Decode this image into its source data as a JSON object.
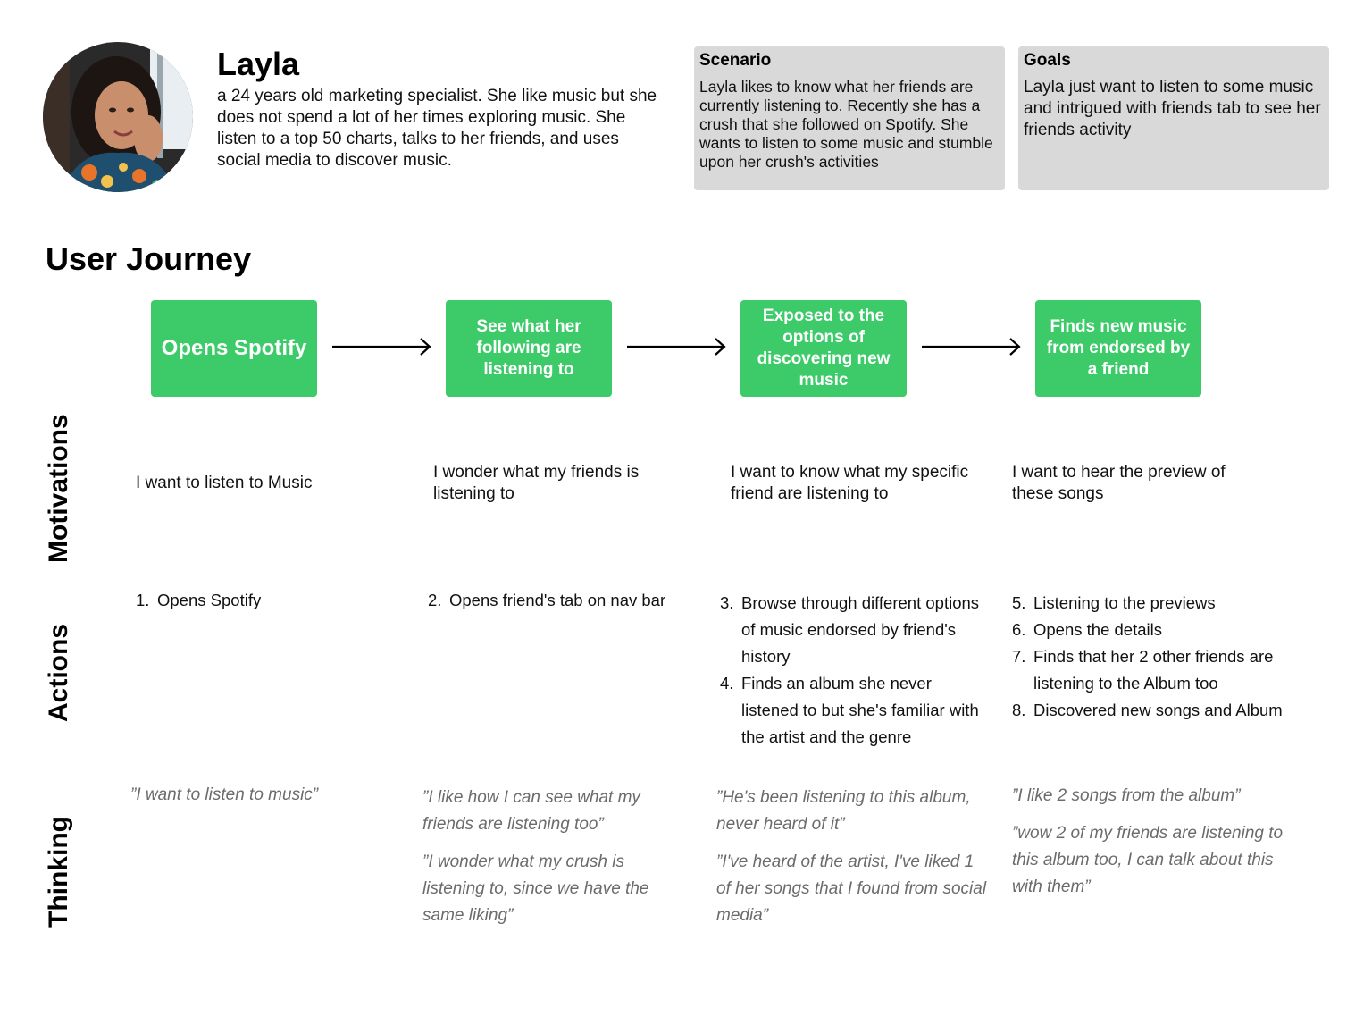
{
  "persona": {
    "name": "Layla",
    "description": "a 24 years old marketing specialist. She like music but she does not spend a lot of her times exploring music. She listen to a top 50 charts, talks to her friends, and uses social media to discover music."
  },
  "scenario": {
    "title": "Scenario",
    "body": "Layla likes to know what her friends are currently listening to. Recently she has a crush that she followed on Spotify. She wants to listen to some music and stumble upon her crush's activities"
  },
  "goals": {
    "title": "Goals",
    "body": "Layla just want to listen to some music and intrigued with friends tab to see her friends activity"
  },
  "journey": {
    "title": "User Journey",
    "row_labels": {
      "motivations": "Motivations",
      "actions": "Actions",
      "thinking": "Thinking"
    },
    "steps": [
      {
        "label": "Opens Spotify"
      },
      {
        "label": "See what her following are listening to"
      },
      {
        "label": "Exposed to the options of discovering new music"
      },
      {
        "label": "Finds new music from endorsed by a friend"
      }
    ],
    "motivations": [
      "I want to listen to Music",
      "I wonder what my friends is listening to",
      "I want to know what my specific friend are listening to",
      "I want to hear the preview of these songs"
    ],
    "actions": [
      [
        {
          "num": "1.",
          "text": "Opens Spotify"
        }
      ],
      [
        {
          "num": "2.",
          "text": "Opens friend's tab on nav bar"
        }
      ],
      [
        {
          "num": "3.",
          "text": "Browse through different options of music endorsed by friend's history"
        },
        {
          "num": "4.",
          "text": "Finds an album she never listened to but she's familiar with the artist and the genre"
        }
      ],
      [
        {
          "num": "5.",
          "text": "Listening to the previews"
        },
        {
          "num": "6.",
          "text": "Opens the details"
        },
        {
          "num": "7.",
          "text": "Finds that her 2 other friends are listening to the Album too"
        },
        {
          "num": "8.",
          "text": "Discovered new songs and Album"
        }
      ]
    ],
    "thinking": [
      [
        "”I want to listen to music”"
      ],
      [
        "”I like how I can see what my friends are listening too”",
        "”I wonder what my crush is listening to, since we have the same liking”"
      ],
      [
        "”He's been listening to this album, never heard of it”",
        "”I've heard of the artist, I've liked 1 of her songs that I found from social media”"
      ],
      [
        "”I like 2 songs from the album”",
        "”wow 2 of my friends are listening to this album too, I can talk about this with them”"
      ]
    ]
  },
  "colors": {
    "step_green": "#3dcb6a",
    "card_gray": "#d9d9d9",
    "quote_gray": "#6b6b6b"
  }
}
